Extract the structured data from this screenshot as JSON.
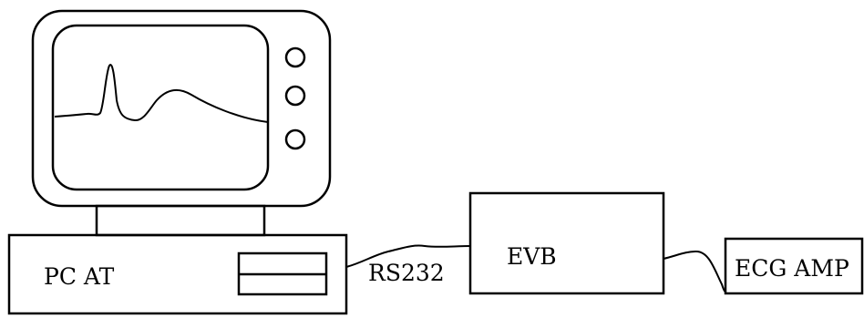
{
  "diagram": {
    "pc_label": "PC AT",
    "link_label": "RS232",
    "evb_label": "EVB",
    "amp_label": "ECG AMP"
  },
  "colors": {
    "line": "#000000",
    "background": "#ffffff"
  }
}
